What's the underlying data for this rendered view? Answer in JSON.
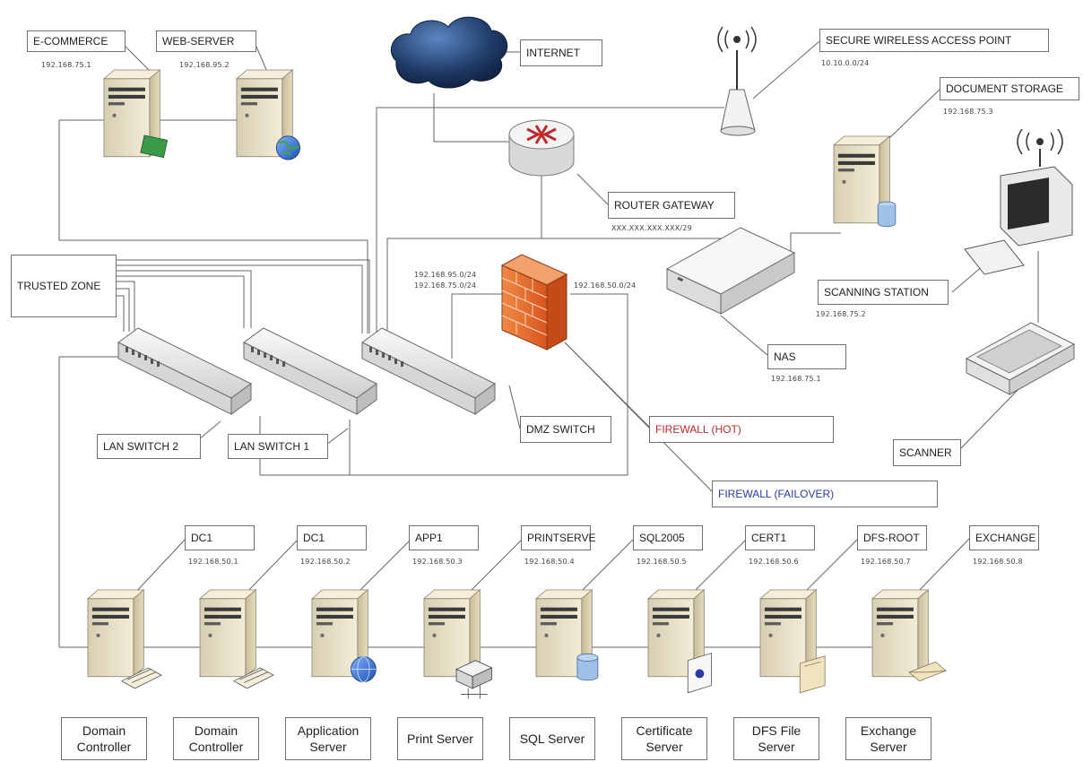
{
  "labels": {
    "ecommerce": "E-COMMERCE",
    "ecommerce_ip": "192.168.75.1",
    "webserver": "WEB-SERVER",
    "webserver_ip": "192.168.95.2",
    "internet": "INTERNET",
    "wap": "SECURE WIRELESS ACCESS POINT",
    "wap_ip": "10.10.0.0/24",
    "doc_storage": "DOCUMENT STORAGE",
    "doc_storage_ip": "192.168.75.3",
    "router": "ROUTER GATEWAY",
    "router_ip": "XXX.XXX.XXX.XXX/29",
    "trusted_zone": "TRUSTED ZONE",
    "subnet_95": "192.168.95.0/24",
    "subnet_75": "192.168.75.0/24",
    "subnet_50": "192.168.50.0/24",
    "scanning_station": "SCANNING STATION",
    "scanning_station_ip": "192.168.75.2",
    "nas": "NAS",
    "nas_ip": "192.168.75.1",
    "dmz_switch": "DMZ SWITCH",
    "lan_switch_2": "LAN SWITCH 2",
    "lan_switch_1": "LAN SWITCH 1",
    "firewall_hot": "FIREWALL (HOT)",
    "firewall_failover": "FIREWALL (FAILOVER)",
    "scanner": "SCANNER"
  },
  "servers": [
    {
      "name": "DC1",
      "ip": "192.168.50.1",
      "role": "Domain Controller"
    },
    {
      "name": "DC1",
      "ip": "192.168.50.2",
      "role": "Domain Controller"
    },
    {
      "name": "APP1",
      "ip": "192.168.50.3",
      "role": "Application Server"
    },
    {
      "name": "PRINTSERVE",
      "ip": "192.168.50.4",
      "role": "Print Server"
    },
    {
      "name": "SQL2005",
      "ip": "192.168.50.5",
      "role": "SQL Server"
    },
    {
      "name": "CERT1",
      "ip": "192.168.50.6",
      "role": "Certificate Server"
    },
    {
      "name": "DFS-ROOT",
      "ip": "192.168.50.7",
      "role": "DFS File Server"
    },
    {
      "name": "EXCHANGE",
      "ip": "192.168.50.8",
      "role": "Exchange Server"
    }
  ],
  "colors": {
    "firewall_hot": "#c0282c",
    "firewall_failover": "#2b3aa8",
    "cloud": "#1e3a66",
    "firewall_brick": "#e06a2c",
    "router_arrows": "#c0282c",
    "server_body": "#e9dfc2"
  }
}
